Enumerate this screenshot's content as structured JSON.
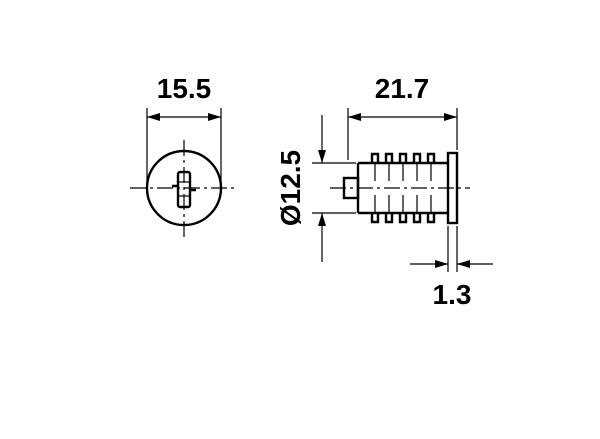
{
  "dimensions": {
    "width_face": "15.5",
    "length_body": "21.7",
    "diameter": "Ø12.5",
    "flange": "1.3"
  }
}
